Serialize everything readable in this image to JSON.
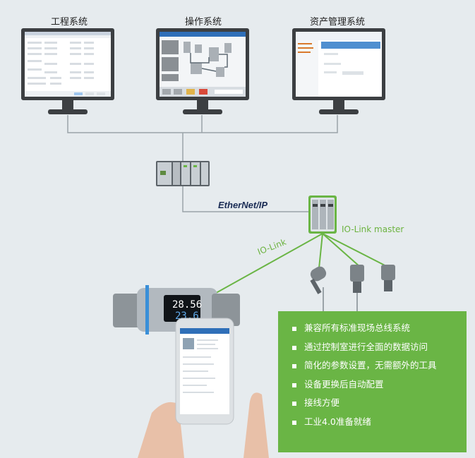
{
  "systems": {
    "engineering": "工程系统",
    "operation": "操作系统",
    "asset": "资产管理系统"
  },
  "network": {
    "ethernet_ip": "EtherNet/IP",
    "io_link_master": "IO-Link master",
    "io_link": "IO-Link"
  },
  "device_display": {
    "value1": "28.56",
    "value2": "23.6"
  },
  "features": [
    "兼容所有标准现场总线系统",
    "通过控制室进行全面的数据访问",
    "简化的参数设置，无需额外的工具",
    "设备更换后自动配置",
    "接线方便",
    "工业4.0准备就绪"
  ],
  "colors": {
    "accent_green": "#6ab545",
    "line_gray": "#9aa3a8",
    "monitor_dark": "#3c3f42",
    "ethernet_blue": "#1a2c55",
    "sensor_blue": "#3a8fd8"
  }
}
